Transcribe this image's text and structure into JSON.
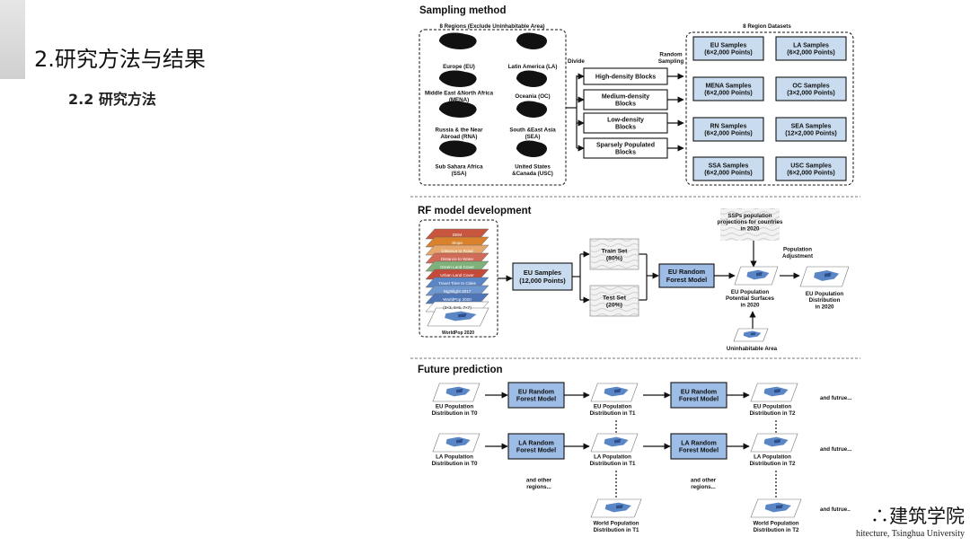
{
  "slide": {
    "title": "2.研究方法与结果",
    "subtitle": "2.2 研究方法"
  },
  "logo": {
    "chinese": "建筑学院",
    "english": "hitecture, Tsinghua University"
  },
  "figure": {
    "sampling": {
      "heading": "Sampling method",
      "regions_title": "8 Regions (Exclude Uninhabitable Area)",
      "regions": [
        [
          "Europe (EU)"
        ],
        [
          "Latin America (LA)"
        ],
        [
          "Middle East &North Africa",
          "(MENA)"
        ],
        [
          "Oceania (OC)"
        ],
        [
          "Russia & the Near",
          "Abroad (RNA)"
        ],
        [
          "South &East Asia",
          "(SEA)"
        ],
        [
          "Sub Sahara Africa",
          "(SSA)"
        ],
        [
          "United States",
          "&Canada (USC)"
        ]
      ],
      "divide_label": "Divide",
      "random_label": [
        "Random",
        "Sampling"
      ],
      "blocks": [
        [
          "High-density Blocks"
        ],
        [
          "Medium-density",
          "Blocks"
        ],
        [
          "Low-density",
          "Blocks"
        ],
        [
          "Sparsely Populated",
          "Blocks"
        ]
      ],
      "datasets_title": "8 Region Datasets",
      "samples": [
        [
          "EU Samples",
          "(6×2,000 Points)"
        ],
        [
          "LA Samples",
          "(6×2,000 Points)"
        ],
        [
          "MENA Samples",
          "(6×2,000 Points)"
        ],
        [
          "OC Samples",
          "(3×2,000 Points)"
        ],
        [
          "RN Samples",
          "(6×2,000 Points)"
        ],
        [
          "SEA Samples",
          "(12×2,000 Points)"
        ],
        [
          "SSA Samples",
          "(6×2,000 Points)"
        ],
        [
          "USC Samples",
          "(6×2,000 Points)"
        ]
      ]
    },
    "rf": {
      "heading": "RF model development",
      "layers": [
        "DEM",
        "Slope",
        "Distance to Road",
        "Distance to Water",
        "Green Land Cover",
        "Urban Land Cover",
        "Travel Time to Cities",
        "Nightlight 2017",
        "WorldPop 2020",
        "(3×3, 5×5, 7×7)"
      ],
      "worldpop": "WorldPop 2020",
      "eu_samples": [
        "EU Samples",
        "(12,000 Points)"
      ],
      "train": [
        "Train Set",
        "(80%)"
      ],
      "test": [
        "Test Set",
        "(20%)"
      ],
      "model": [
        "EU Random",
        "Forest Model"
      ],
      "ssp": [
        "SSPs population",
        "projections for countries",
        "in 2020"
      ],
      "adjust": [
        "Population",
        "Adjustment"
      ],
      "potential": [
        "EU Population",
        "Potential Surfaces",
        "in 2020"
      ],
      "distribution": [
        "EU Population",
        "Distribution",
        "in 2020"
      ],
      "uninhabitable": "Uninhabitable Area"
    },
    "future": {
      "heading": "Future prediction",
      "row1": {
        "maps": [
          [
            "EU Population",
            "Distribution in T0"
          ],
          [
            "EU Population",
            "Distribution in T1"
          ],
          [
            "EU Population",
            "Distribution in T2"
          ]
        ],
        "models": [
          [
            "EU Random",
            "Forest Model"
          ],
          [
            "EU Random",
            "Forest Model"
          ]
        ],
        "tail": "and futrue..."
      },
      "row2": {
        "maps": [
          [
            "LA Population",
            "Distribution in T0"
          ],
          [
            "LA Population",
            "Distribution in T1"
          ],
          [
            "LA Population",
            "Distribution in T2"
          ]
        ],
        "models": [
          [
            "LA Random",
            "Forest Model"
          ],
          [
            "LA Random",
            "Forest Model"
          ]
        ],
        "tail": "and futrue..."
      },
      "other": [
        "and other",
        "regions..."
      ],
      "world": [
        [
          "World Population",
          "Distribution in T1"
        ],
        [
          "World Population",
          "Distribution in T2"
        ]
      ],
      "world_tail": "and futrue..."
    }
  }
}
